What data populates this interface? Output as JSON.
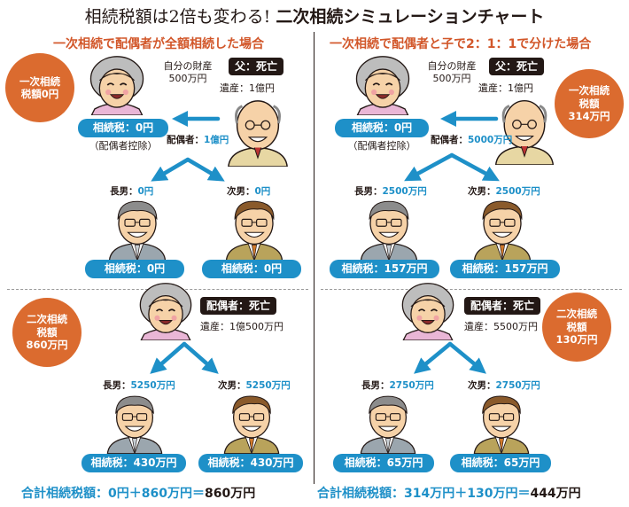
{
  "header": {
    "title_main": "相続税額は2倍も変わる!",
    "title_sub": "二次相続シミュレーションチャート"
  },
  "left": {
    "heading": "一次相続で配偶者が全額相続した場合",
    "first": {
      "badge_lines": [
        "一次相続",
        "税額0円"
      ],
      "own_assets": [
        "自分の財産",
        "500万円"
      ],
      "father_tag": "父：死亡",
      "estate": "遺産：1億円",
      "spouse_tax": "相続税：0円",
      "spouse_note": "（配偶者控除）",
      "spouse_label": "配偶者：",
      "spouse_value": "1億円",
      "son1_label": "長男：",
      "son1_value": "0円",
      "son2_label": "次男：",
      "son2_value": "0円",
      "son1_tax": "相続税：0円",
      "son2_tax": "相続税：0円"
    },
    "second": {
      "badge_lines": [
        "二次相続",
        "税額",
        "860万円"
      ],
      "tag": "配偶者：死亡",
      "estate": "遺産：1億500万円",
      "son1_label": "長男：",
      "son1_value": "5250万円",
      "son2_label": "次男：",
      "son2_value": "5250万円",
      "son1_tax": "相続税：430万円",
      "son2_tax": "相続税：430万円"
    },
    "total": {
      "caption": "合計相続税額：",
      "formula": "0円＋860万円＝",
      "result": "860万円"
    }
  },
  "right": {
    "heading": "一次相続で配偶者と子で2：1：1で分けた場合",
    "first": {
      "badge_lines": [
        "一次相続",
        "税額",
        "314万円"
      ],
      "own_assets": [
        "自分の財産",
        "500万円"
      ],
      "father_tag": "父：死亡",
      "estate": "遺産：1億円",
      "spouse_tax": "相続税：0円",
      "spouse_note": "（配偶者控除）",
      "spouse_label": "配偶者：",
      "spouse_value": "5000万円",
      "son1_label": "長男：",
      "son1_value": "2500万円",
      "son2_label": "次男：",
      "son2_value": "2500万円",
      "son1_tax": "相続税：157万円",
      "son2_tax": "相続税：157万円"
    },
    "second": {
      "badge_lines": [
        "二次相続",
        "税額",
        "130万円"
      ],
      "tag": "配偶者：死亡",
      "estate": "遺産：5500万円",
      "son1_label": "長男：",
      "son1_value": "2750万円",
      "son2_label": "次男：",
      "son2_value": "2750万円",
      "son1_tax": "相続税：65万円",
      "son2_tax": "相続税：65万円"
    },
    "total": {
      "caption": "合計相続税額：",
      "formula": "314万円＋130万円＝",
      "result": "444万円"
    }
  },
  "colors": {
    "accent_orange": "#db6b2f",
    "heading_orange": "#d2572a",
    "pill_blue": "#1e90c8",
    "ink": "#231815"
  },
  "icons": [
    "grandmother-face",
    "grandfather-face",
    "son-face-grey-hair",
    "son-face-brown-hair",
    "arrow"
  ]
}
